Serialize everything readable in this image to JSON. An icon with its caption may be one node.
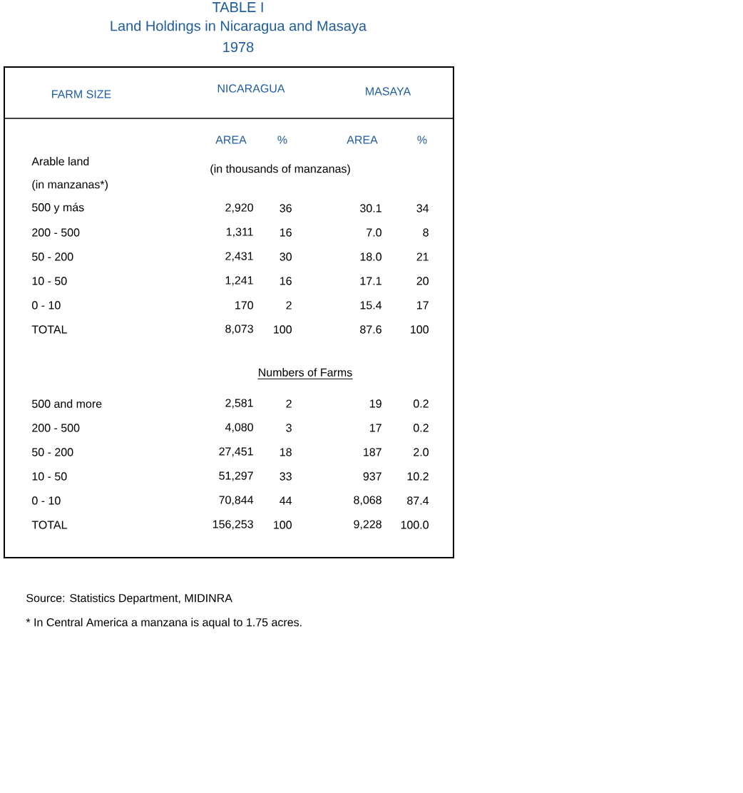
{
  "diagram": {
    "title": "TABLE I",
    "labels": [
      "Land Holdings in Nicaragua and Masaya",
      "1978",
      "FARM SIZE",
      "NICARAGUA",
      "MASAYA",
      "AREA",
      "%",
      "AREA",
      "%",
      "Arable land",
      "(in thousands of manzanas)",
      "(in manzanas*)",
      "500 y más",
      "2,920",
      "36",
      "30.1",
      "34",
      "200 - 500",
      "1,311",
      "16",
      "7.0",
      "8",
      "50 - 200",
      "2,431",
      "30",
      "18.0",
      "21",
      "10 - 50",
      "1,241",
      "16",
      "17.1",
      "20",
      "0 - 10",
      "170",
      "2",
      "15.4",
      "17",
      "TOTAL",
      "8,073",
      "100",
      "87.6",
      "100",
      "Numbers of Farms",
      "500 and more",
      "2,581",
      "2",
      "19",
      "0.2",
      "200 - 500",
      "4,080",
      "3",
      "17",
      "0.2",
      "50 - 200",
      "27,451",
      "18",
      "187",
      "2.0",
      "10 - 50",
      "51,297",
      "33",
      "937",
      "10.2",
      "0 - 10",
      "70,844",
      "44",
      "8,068",
      "87.4",
      "TOTAL",
      "156,253",
      "100",
      "9,228",
      "100.0",
      "Source: Statistics Department, MIDINRA",
      "* In Central America a manzana is aqual to 1.75 acres."
    ]
  }
}
